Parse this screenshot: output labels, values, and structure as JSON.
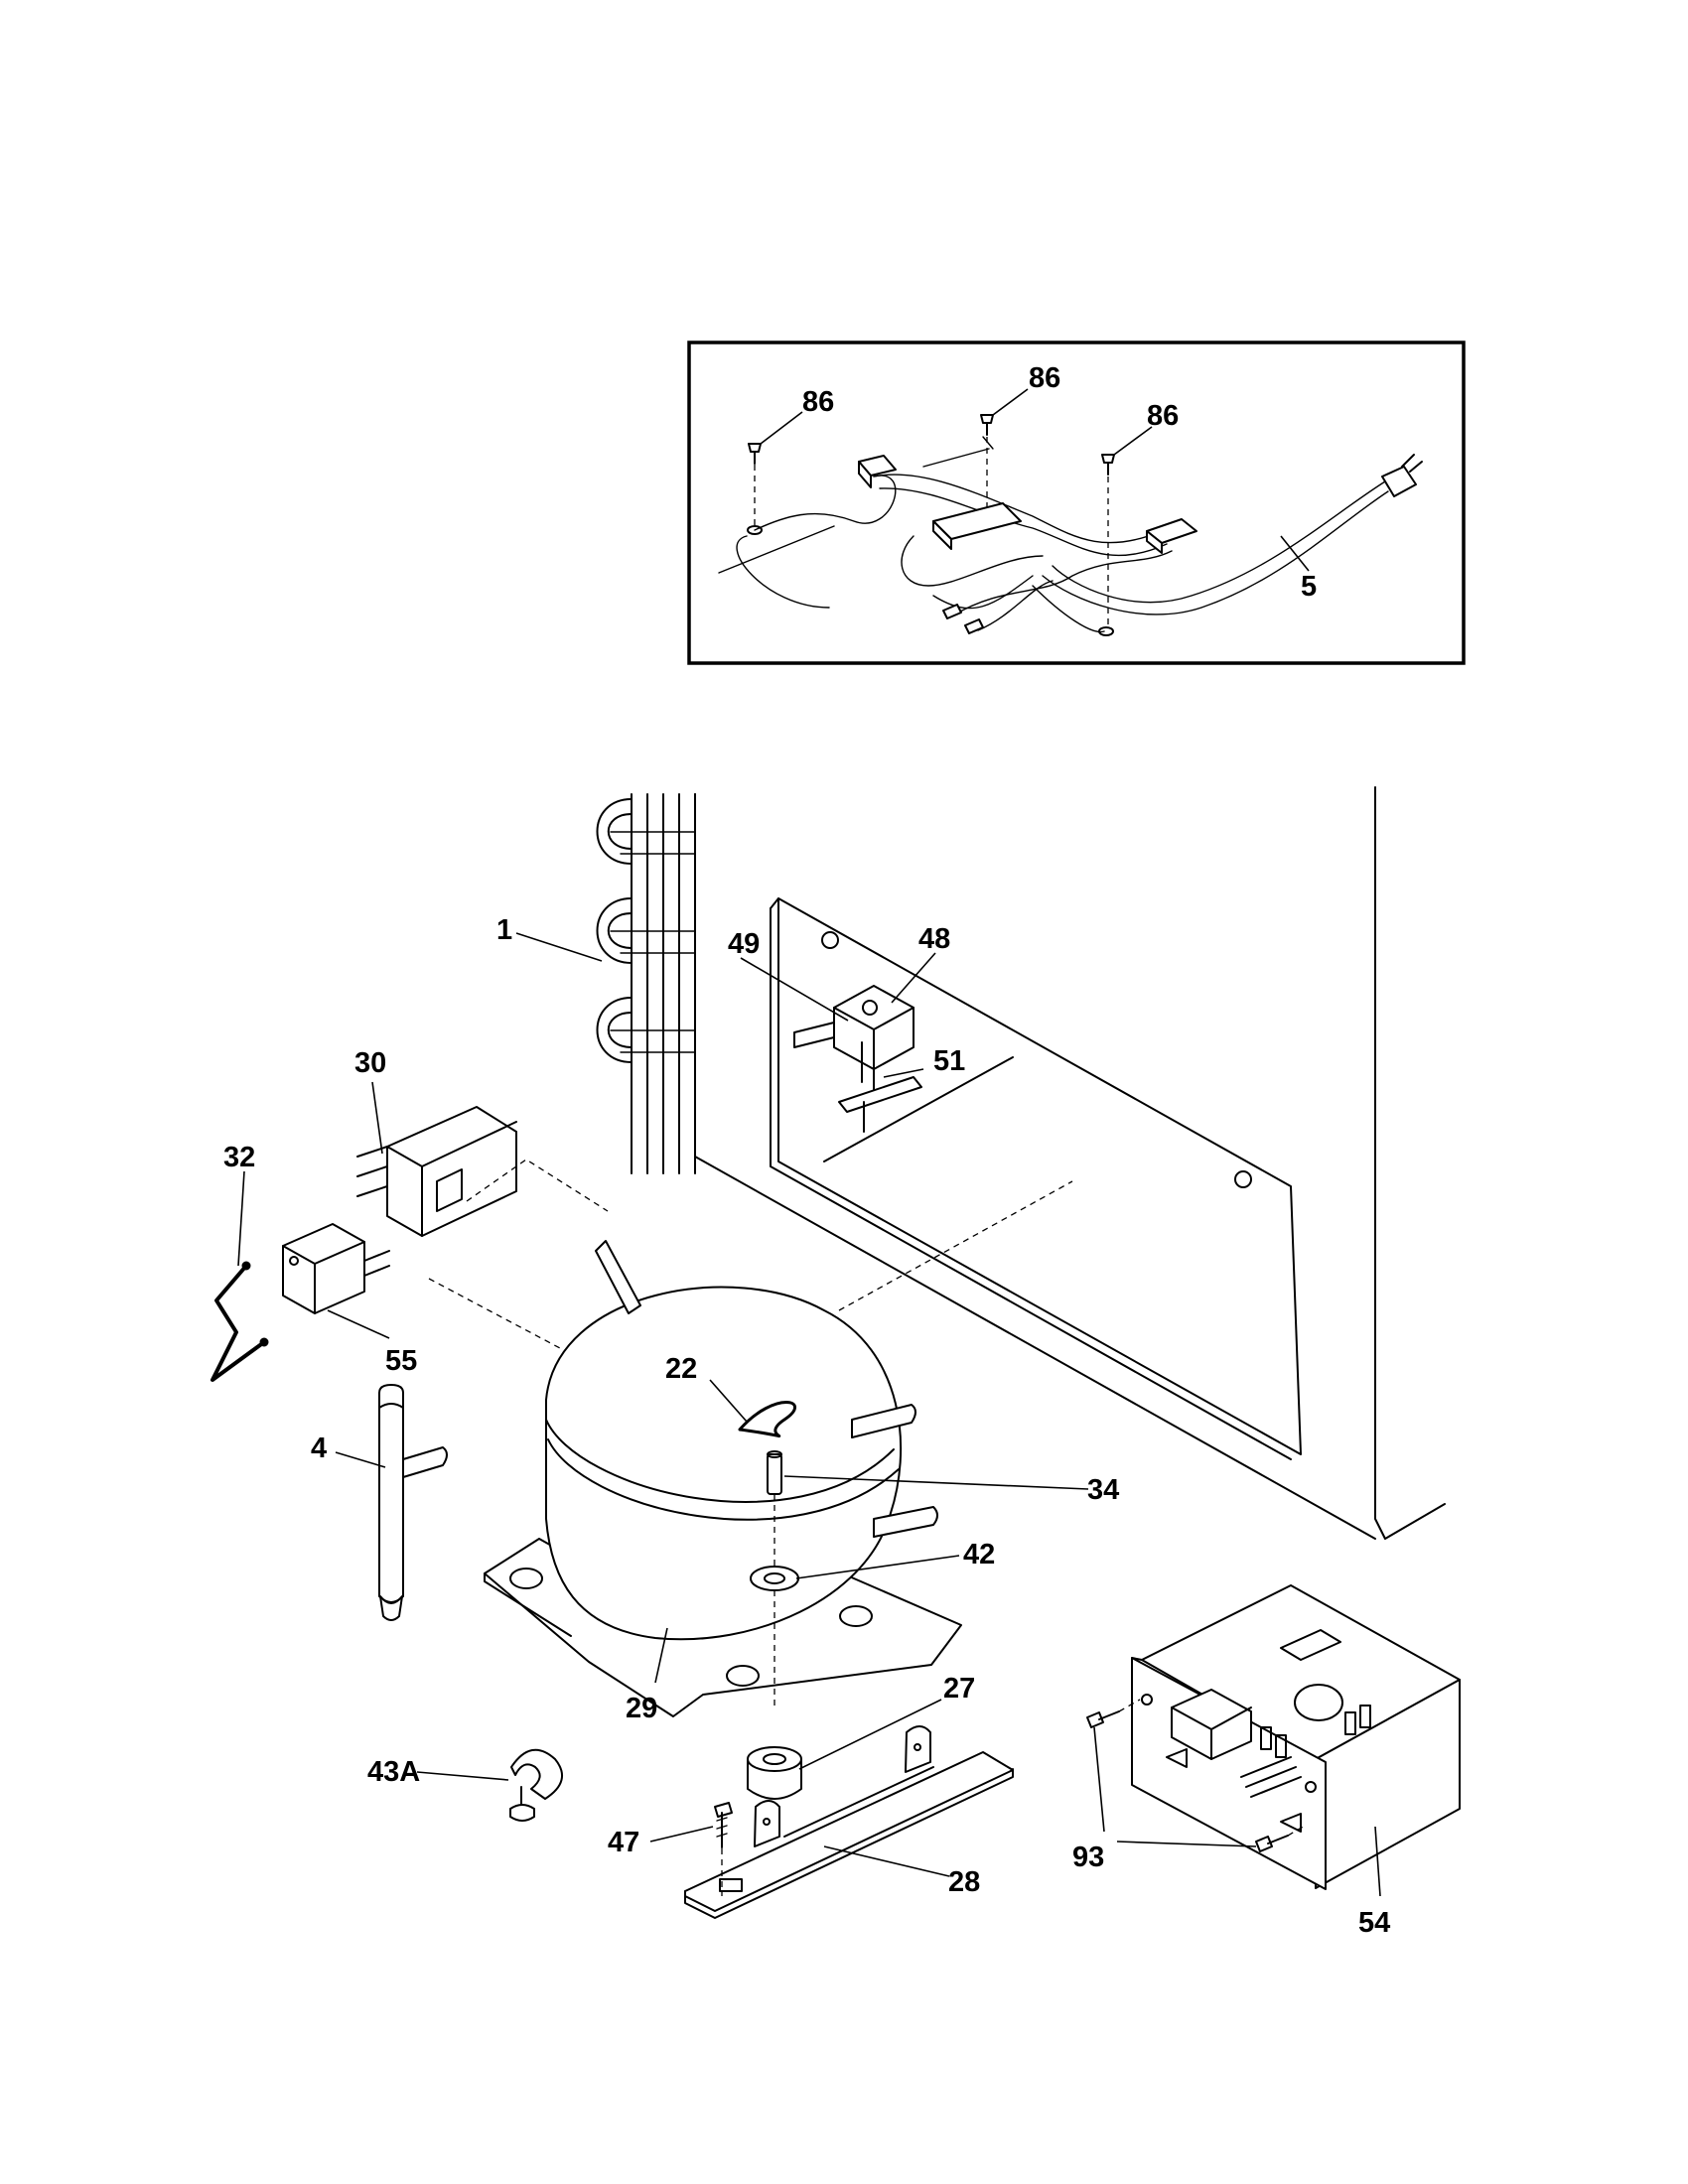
{
  "labels": {
    "p86a": "86",
    "p86b": "86",
    "p86c": "86",
    "p5": "5",
    "p1": "1",
    "p49": "49",
    "p48": "48",
    "p51": "51",
    "p30": "30",
    "p32": "32",
    "p55": "55",
    "p22": "22",
    "p4": "4",
    "p34": "34",
    "p42": "42",
    "p27": "27",
    "p29": "29",
    "p43a": "43A",
    "p47": "47",
    "p28": "28",
    "p93": "93",
    "p54": "54"
  }
}
